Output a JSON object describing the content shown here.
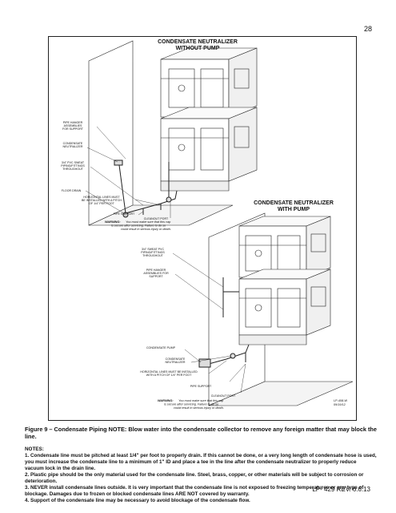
{
  "page_number": "28",
  "figure": {
    "top_title_line1": "CONDENSATE NEUTRALIZER",
    "top_title_line2": "WITHOUT PUMP",
    "bottom_title_line1": "CONDENSATE NEUTRALIZER",
    "bottom_title_line2": "WITH PUMP",
    "top_labels": {
      "hanger_1": "PIPE HANGER",
      "hanger_2": "ASSEMBLIES",
      "hanger_3": "FOR SUPPORT",
      "neutralizer_1": "CONDENSATE",
      "neutralizer_2": "NEUTRALIZER",
      "fittings_1": "3/4\" PVC SWEAT",
      "fittings_2": "PIPING/FITTINGS",
      "fittings_3": "THROUGHOUT",
      "floor_drain": "FLOOR DRAIN",
      "horizontal_1": "HORIZONTAL LINES MUST",
      "horizontal_2": "BE INSTALLED WITH A PITCH",
      "horizontal_3": "OF 1/4\" PER FOOT",
      "pipe_support": "PIPE SUPPORT",
      "cleanout": "CLEANOUT PORT",
      "warning_lead": "WARNING:",
      "warning_1": "You must make sure that this cap",
      "warning_2": "is secure after servicing.  Failure to do so",
      "warning_3": "could result in serious injury or death."
    },
    "bottom_labels": {
      "fittings_1": "3/4\" SWEAT PVC",
      "fittings_2": "PIPING/FITTINGS",
      "fittings_3": "THROUGHOUT",
      "hanger_1": "PIPE HANGER",
      "hanger_2": "ASSEMBLIES FOR",
      "hanger_3": "SUPPORT",
      "pump": "CONDENSATE PUMP",
      "neutralizer_1": "CONDENSATE",
      "neutralizer_2": "NEUTRALIZER",
      "horizontal_1": "HORIZONTAL LINES MUST BE INSTALLED",
      "horizontal_2": "WITH A PITCH OF 1/4\" PER FOOT",
      "pipe_support": "PIPE SUPPORT",
      "cleanout": "CLEANOUT PORT",
      "warning_lead": "WARNING:",
      "warning_1": "You must make sure that this cap",
      "warning_2": "is secure after servicing.  Failure to do so",
      "warning_3": "could result in serious injury or death."
    },
    "drawing_id_1": "LP-408-W",
    "drawing_id_2": "09/19/12"
  },
  "caption": "Figure 9 – Condensate Piping NOTE: Blow water into the condensate collector to remove any foreign matter that may block the line.",
  "notes": {
    "heading": "NOTES:",
    "items": [
      "1. Condensate line must be pitched at least 1/4\" per foot to properly drain. If this cannot be done, or a very long length of condensate hose is used, you must increase the condensate line to a minimum of 1\" ID and place a tee in the line after the condensate neutralizer to properly reduce vacuum lock in the drain line.",
      "2. Plastic pipe should be the only material used for the condensate line. Steel, brass, copper, or other materials will be subject to corrosion or deterioration.",
      "3. NEVER install condensate lines outside. It is very important that the condensate line is not exposed to freezing temperatures or any type of blockage. Damages due to frozen or blocked condensate lines ARE NOT covered by warranty.",
      "4. Support of the condensate line may be necessary to avoid blockage of the condensate flow."
    ]
  },
  "footer": "LP- 429 REV. 6.6.13"
}
